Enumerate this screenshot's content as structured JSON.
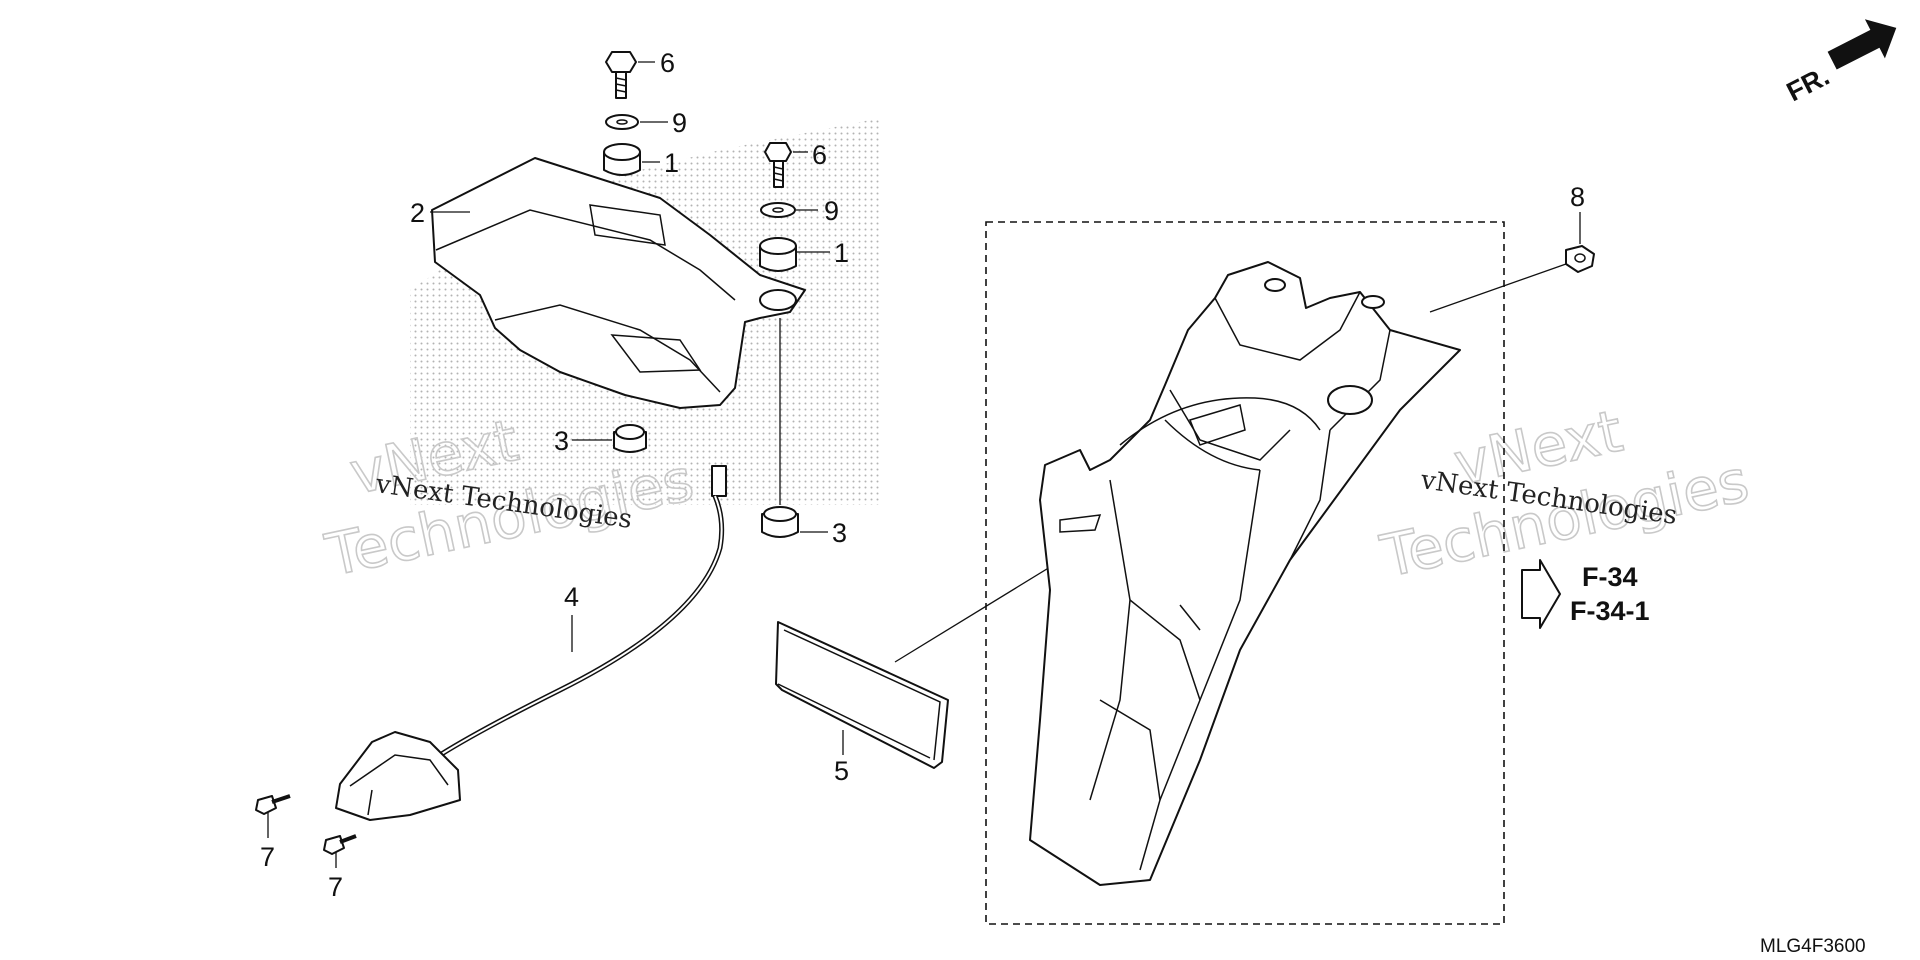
{
  "callouts": {
    "c1a": "1",
    "c1b": "1",
    "c2": "2",
    "c3a": "3",
    "c3b": "3",
    "c4": "4",
    "c5": "5",
    "c6a": "6",
    "c6b": "6",
    "c7a": "7",
    "c7b": "7",
    "c8": "8",
    "c9a": "9",
    "c9b": "9"
  },
  "references": {
    "ref1": "F-34",
    "ref2": "F-34-1"
  },
  "direction": {
    "label": "FR."
  },
  "diagram_code": "MLG4F3600",
  "watermarks": {
    "line_a": "vNext Technologies",
    "line_b1": "vNext",
    "line_b2": "Technologies"
  },
  "colors": {
    "ink": "#111111",
    "paper": "#ffffff",
    "watermark": "#c9c9c9"
  }
}
